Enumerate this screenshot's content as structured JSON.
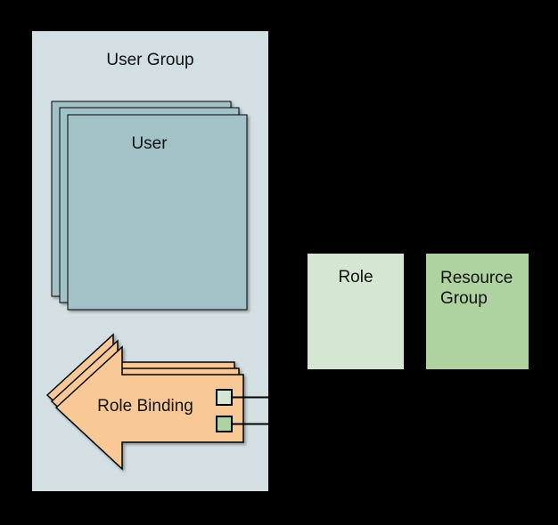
{
  "diagram": {
    "nodes": {
      "user_group": {
        "label": "User Group",
        "fill": "#d3dfe3",
        "type": "container"
      },
      "user": {
        "label": "User",
        "fill": "#a3c2c7",
        "stack_count": 3
      },
      "role_binding": {
        "label": "Role Binding",
        "fill": "#f8c996",
        "stack_count": 3,
        "shape": "left-arrow"
      },
      "role": {
        "label": "Role",
        "fill": "#d5e7d2"
      },
      "resource_group": {
        "label": "Resource\nGroup",
        "fill": "#aed3a0"
      },
      "role_ref_square": {
        "fill": "#d5e7d2"
      },
      "resource_ref_square": {
        "fill": "#aed3a0"
      }
    },
    "edges": [
      {
        "from": "role_ref_square",
        "to": "role"
      },
      {
        "from": "resource_ref_square",
        "to": "resource_group"
      }
    ],
    "colors": {
      "background": "#000000",
      "user_group_bg": "#d3dfe3",
      "user_fill": "#a3c2c7",
      "arrow_fill": "#f8c996",
      "role_fill": "#d5e7d2",
      "resource_fill": "#aed3a0",
      "outline": "#000000",
      "text_color": "#111111"
    }
  }
}
